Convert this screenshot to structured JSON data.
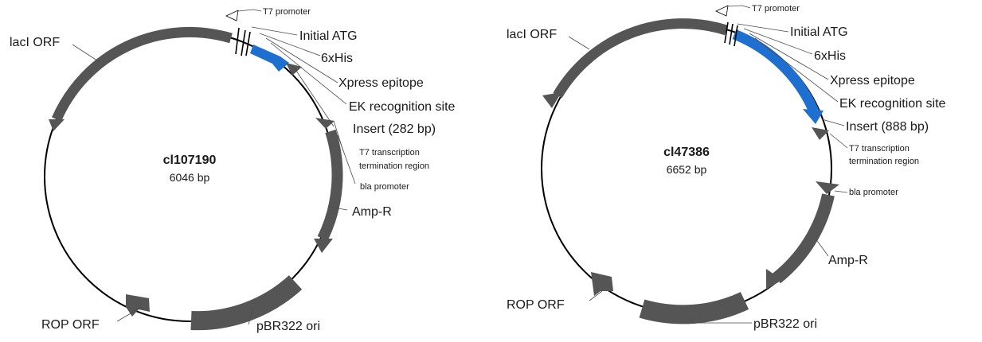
{
  "maps": [
    {
      "name": "cl107190",
      "size": "6046 bp",
      "labels": {
        "t7_promoter": "T7 promoter",
        "initial_atg": "Initial ATG",
        "his_tag": "6xHis",
        "xpress": "Xpress epitope",
        "ek_site": "EK recognition site",
        "insert": "Insert (282 bp)",
        "t7_term_1": "T7 transcription",
        "t7_term_2": "termination region",
        "bla_promoter": "bla promoter",
        "amp_r": "Amp-R",
        "lacl_orf": "lacI ORF",
        "rop_orf": "ROP ORF",
        "pbr322_ori": "pBR322 ori"
      }
    },
    {
      "name": "cl47386",
      "size": "6652 bp",
      "labels": {
        "t7_promoter": "T7 promoter",
        "initial_atg": "Initial ATG",
        "his_tag": "6xHis",
        "xpress": "Xpress epitope",
        "ek_site": "EK recognition site",
        "insert": "Insert (888 bp)",
        "t7_term_1": "T7 transcription",
        "t7_term_2": "termination region",
        "bla_promoter": "bla promoter",
        "amp_r": "Amp-R",
        "lacl_orf": "lacI ORF",
        "rop_orf": "ROP ORF",
        "pbr322_ori": "pBR322 ori"
      }
    }
  ],
  "colors": {
    "feature": "#555555",
    "insert": "#1e6fd0",
    "backbone": "#000000"
  }
}
